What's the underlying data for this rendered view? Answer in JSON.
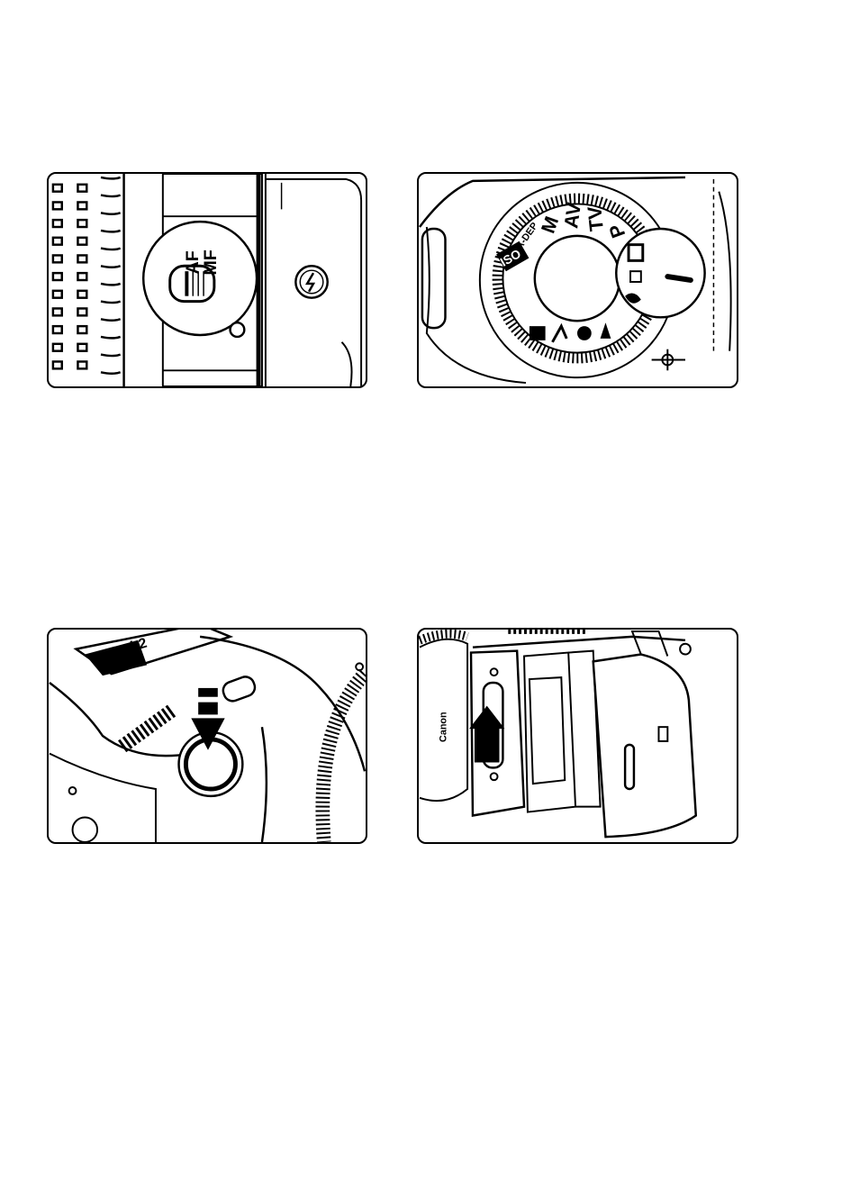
{
  "panels": {
    "focus_switch": {
      "af_label": "AF",
      "mf_label": "MF"
    },
    "mode_dial": {
      "mode_m": "M",
      "mode_av": "AV",
      "mode_tv": "TV",
      "mode_p": "P",
      "mode_adep": "A-DEP",
      "mode_iso": "ISO"
    },
    "shutter_button": {
      "lcd_text": "h2"
    },
    "film_door": {
      "brand_text": "Canon"
    }
  }
}
